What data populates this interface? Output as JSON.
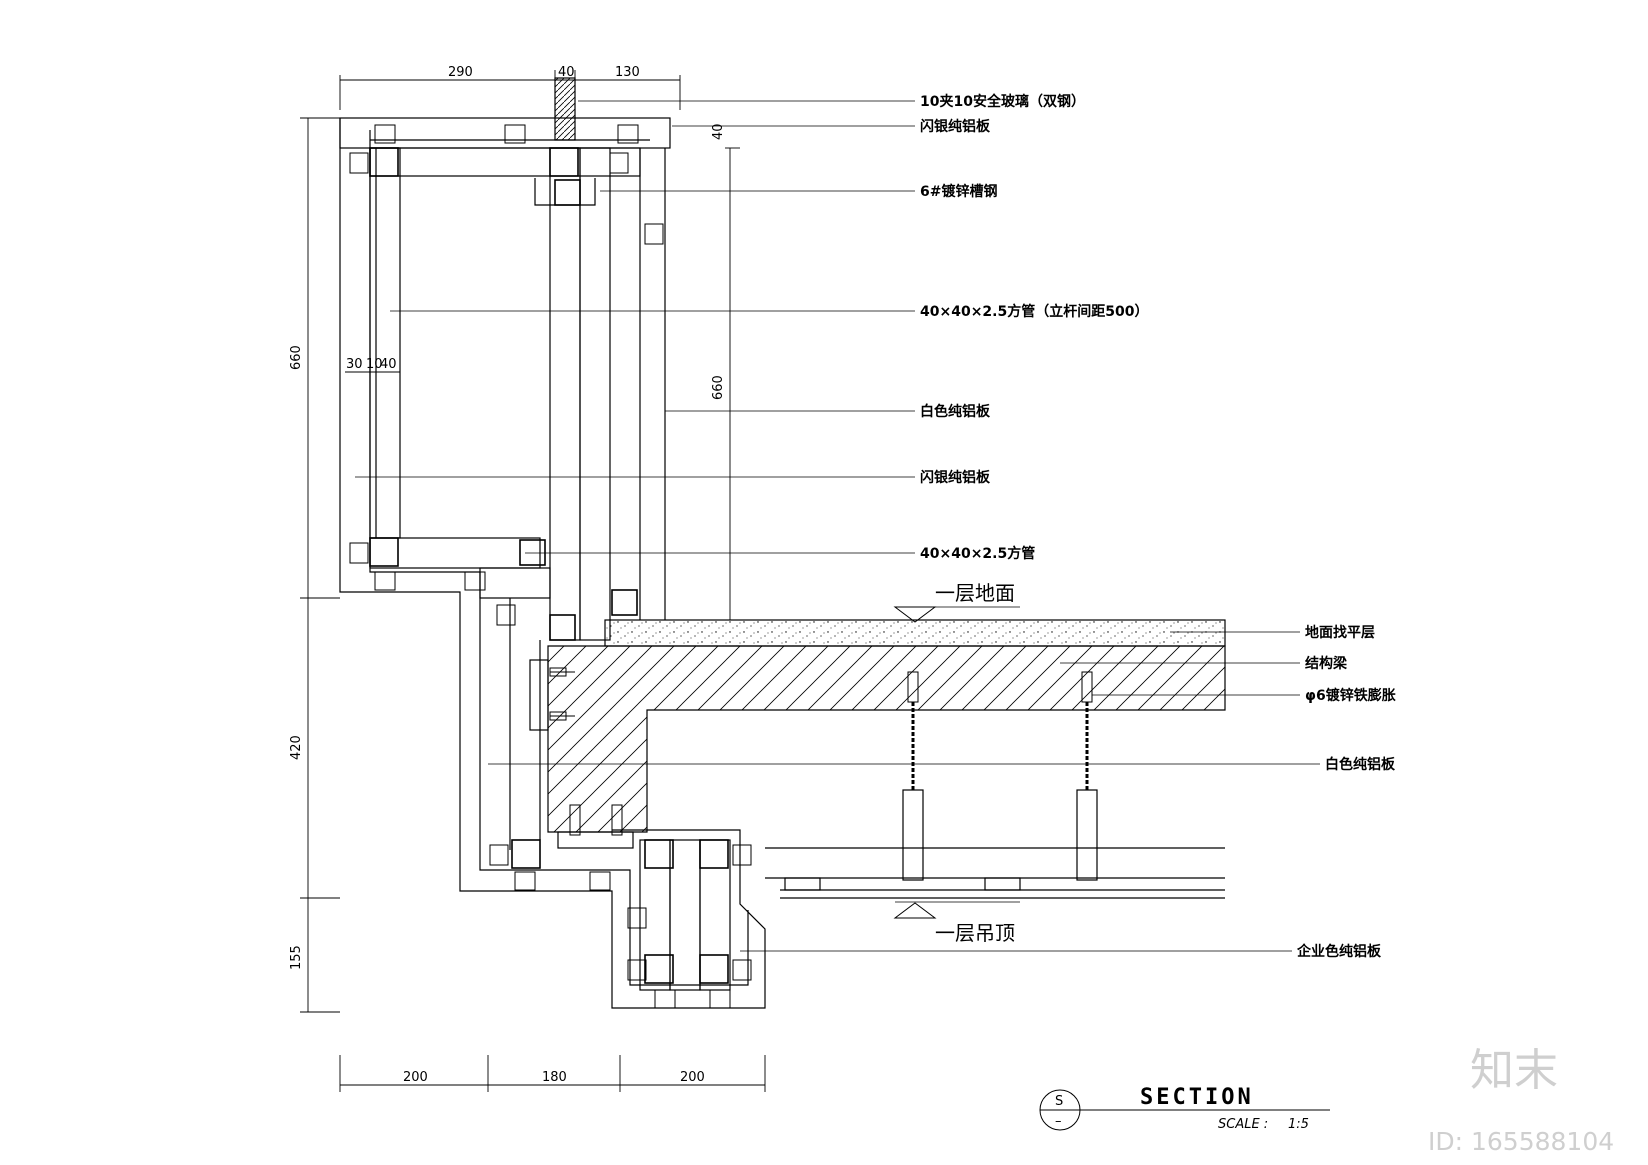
{
  "dimensions": {
    "top_290": "290",
    "top_40": "40",
    "top_130": "130",
    "right_40": "40",
    "left_660": "660",
    "left_420": "420",
    "left_155": "155",
    "inner_30": "30",
    "inner_10": "10",
    "inner_40": "40",
    "inner_660": "660",
    "bottom_200a": "200",
    "bottom_180": "180",
    "bottom_200b": "200"
  },
  "labels": {
    "glass": "10夹10安全玻璃（双钢）",
    "silver_panel_top": "闪银纯铝板",
    "channel_steel": "6#镀锌槽钢",
    "square_tube_spacing": "40×40×2.5方管（立杆间距500）",
    "white_panel_upper": "白色纯铝板",
    "silver_panel_mid": "闪银纯铝板",
    "square_tube": "40×40×2.5方管",
    "floor_leveling": "地面找平层",
    "structural_beam": "结构梁",
    "expansion_bolt": "φ6镀锌铁膨胀",
    "white_panel_lower": "白色纯铝板",
    "corporate_panel": "企业色纯铝板"
  },
  "levels": {
    "first_floor": "一层地面",
    "first_ceiling": "一层吊顶"
  },
  "title_block": {
    "symbol_top": "S",
    "symbol_bottom": "–",
    "title": "SECTION",
    "scale_label": "SCALE :",
    "scale_value": "1:5"
  },
  "watermark": {
    "logo": "知末",
    "id": "ID: 165588104"
  }
}
